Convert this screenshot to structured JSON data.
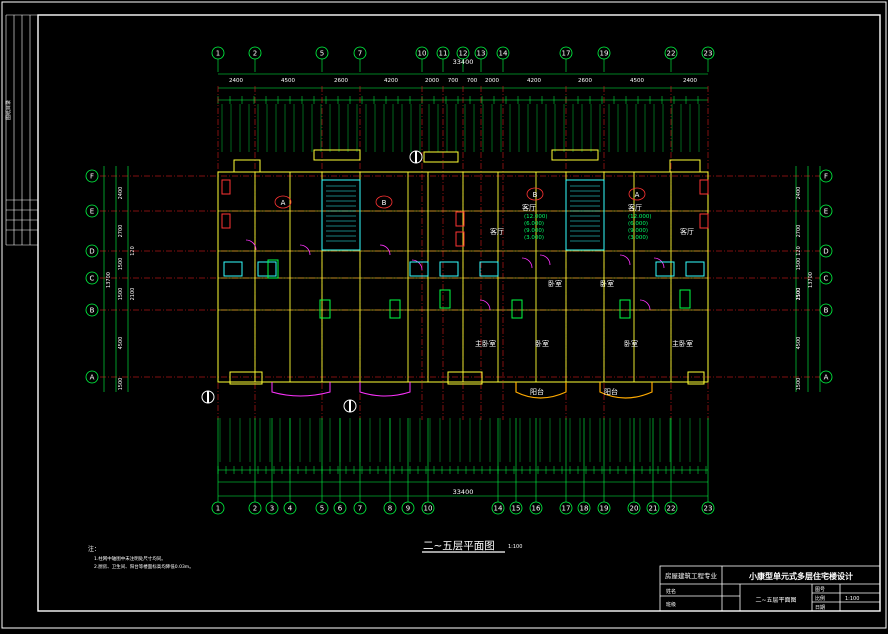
{
  "drawing": {
    "title": "二~五层平面图",
    "scale": "1:100",
    "notes_heading": "注：",
    "notes": [
      "1.柱网中轴图中未注明处尺寸均同。",
      "2.厨房、卫生间、阳台等楼面标高均降低0.03m。"
    ],
    "total_dim_top": "33400",
    "total_dim_bottom": "33400",
    "top_dims": [
      "2400",
      "4500",
      "2600",
      "4200",
      "2000",
      "700",
      "700",
      "2000",
      "4200",
      "2600",
      "4500",
      "2400"
    ],
    "top_axes": [
      "1",
      "2",
      "5",
      "7",
      "10",
      "11",
      "12",
      "13",
      "14",
      "17",
      "19",
      "22",
      "23"
    ],
    "bottom_axes": [
      "1",
      "2",
      "3",
      "4",
      "5",
      "6",
      "7",
      "8",
      "9",
      "10",
      "14",
      "15",
      "16",
      "17",
      "18",
      "19",
      "20",
      "21",
      "22",
      "23"
    ],
    "row_axes": [
      "F",
      "E",
      "D",
      "C",
      "B",
      "A"
    ],
    "left_dims": [
      "2400",
      "2700",
      "120",
      "1500",
      "1500",
      "2100",
      "4500",
      "1500"
    ],
    "left_total": "13700",
    "right_total": "13700",
    "rooms": {
      "unit_a": "A",
      "unit_b": "B",
      "living": "客厅",
      "bedroom": "卧室",
      "master_bedroom": "主卧室",
      "balcony": "阳台",
      "elevation_1": "(12.000)",
      "elevation_2": "(6.000)",
      "elevation_3": "(9.000)",
      "elevation_4": "(3.000)"
    }
  },
  "title_block": {
    "school": "房屋建筑工程专业",
    "project": "小康型单元式多层住宅楼设计",
    "sheet_name": "二~五层平面图",
    "row_label_1": "姓名",
    "row_label_2": "班级",
    "label_drawing_no": "图号",
    "label_scale": "比例",
    "label_date": "日期",
    "value_scale": "1:100"
  },
  "left_strip": {
    "label_top": "图纸目录"
  }
}
